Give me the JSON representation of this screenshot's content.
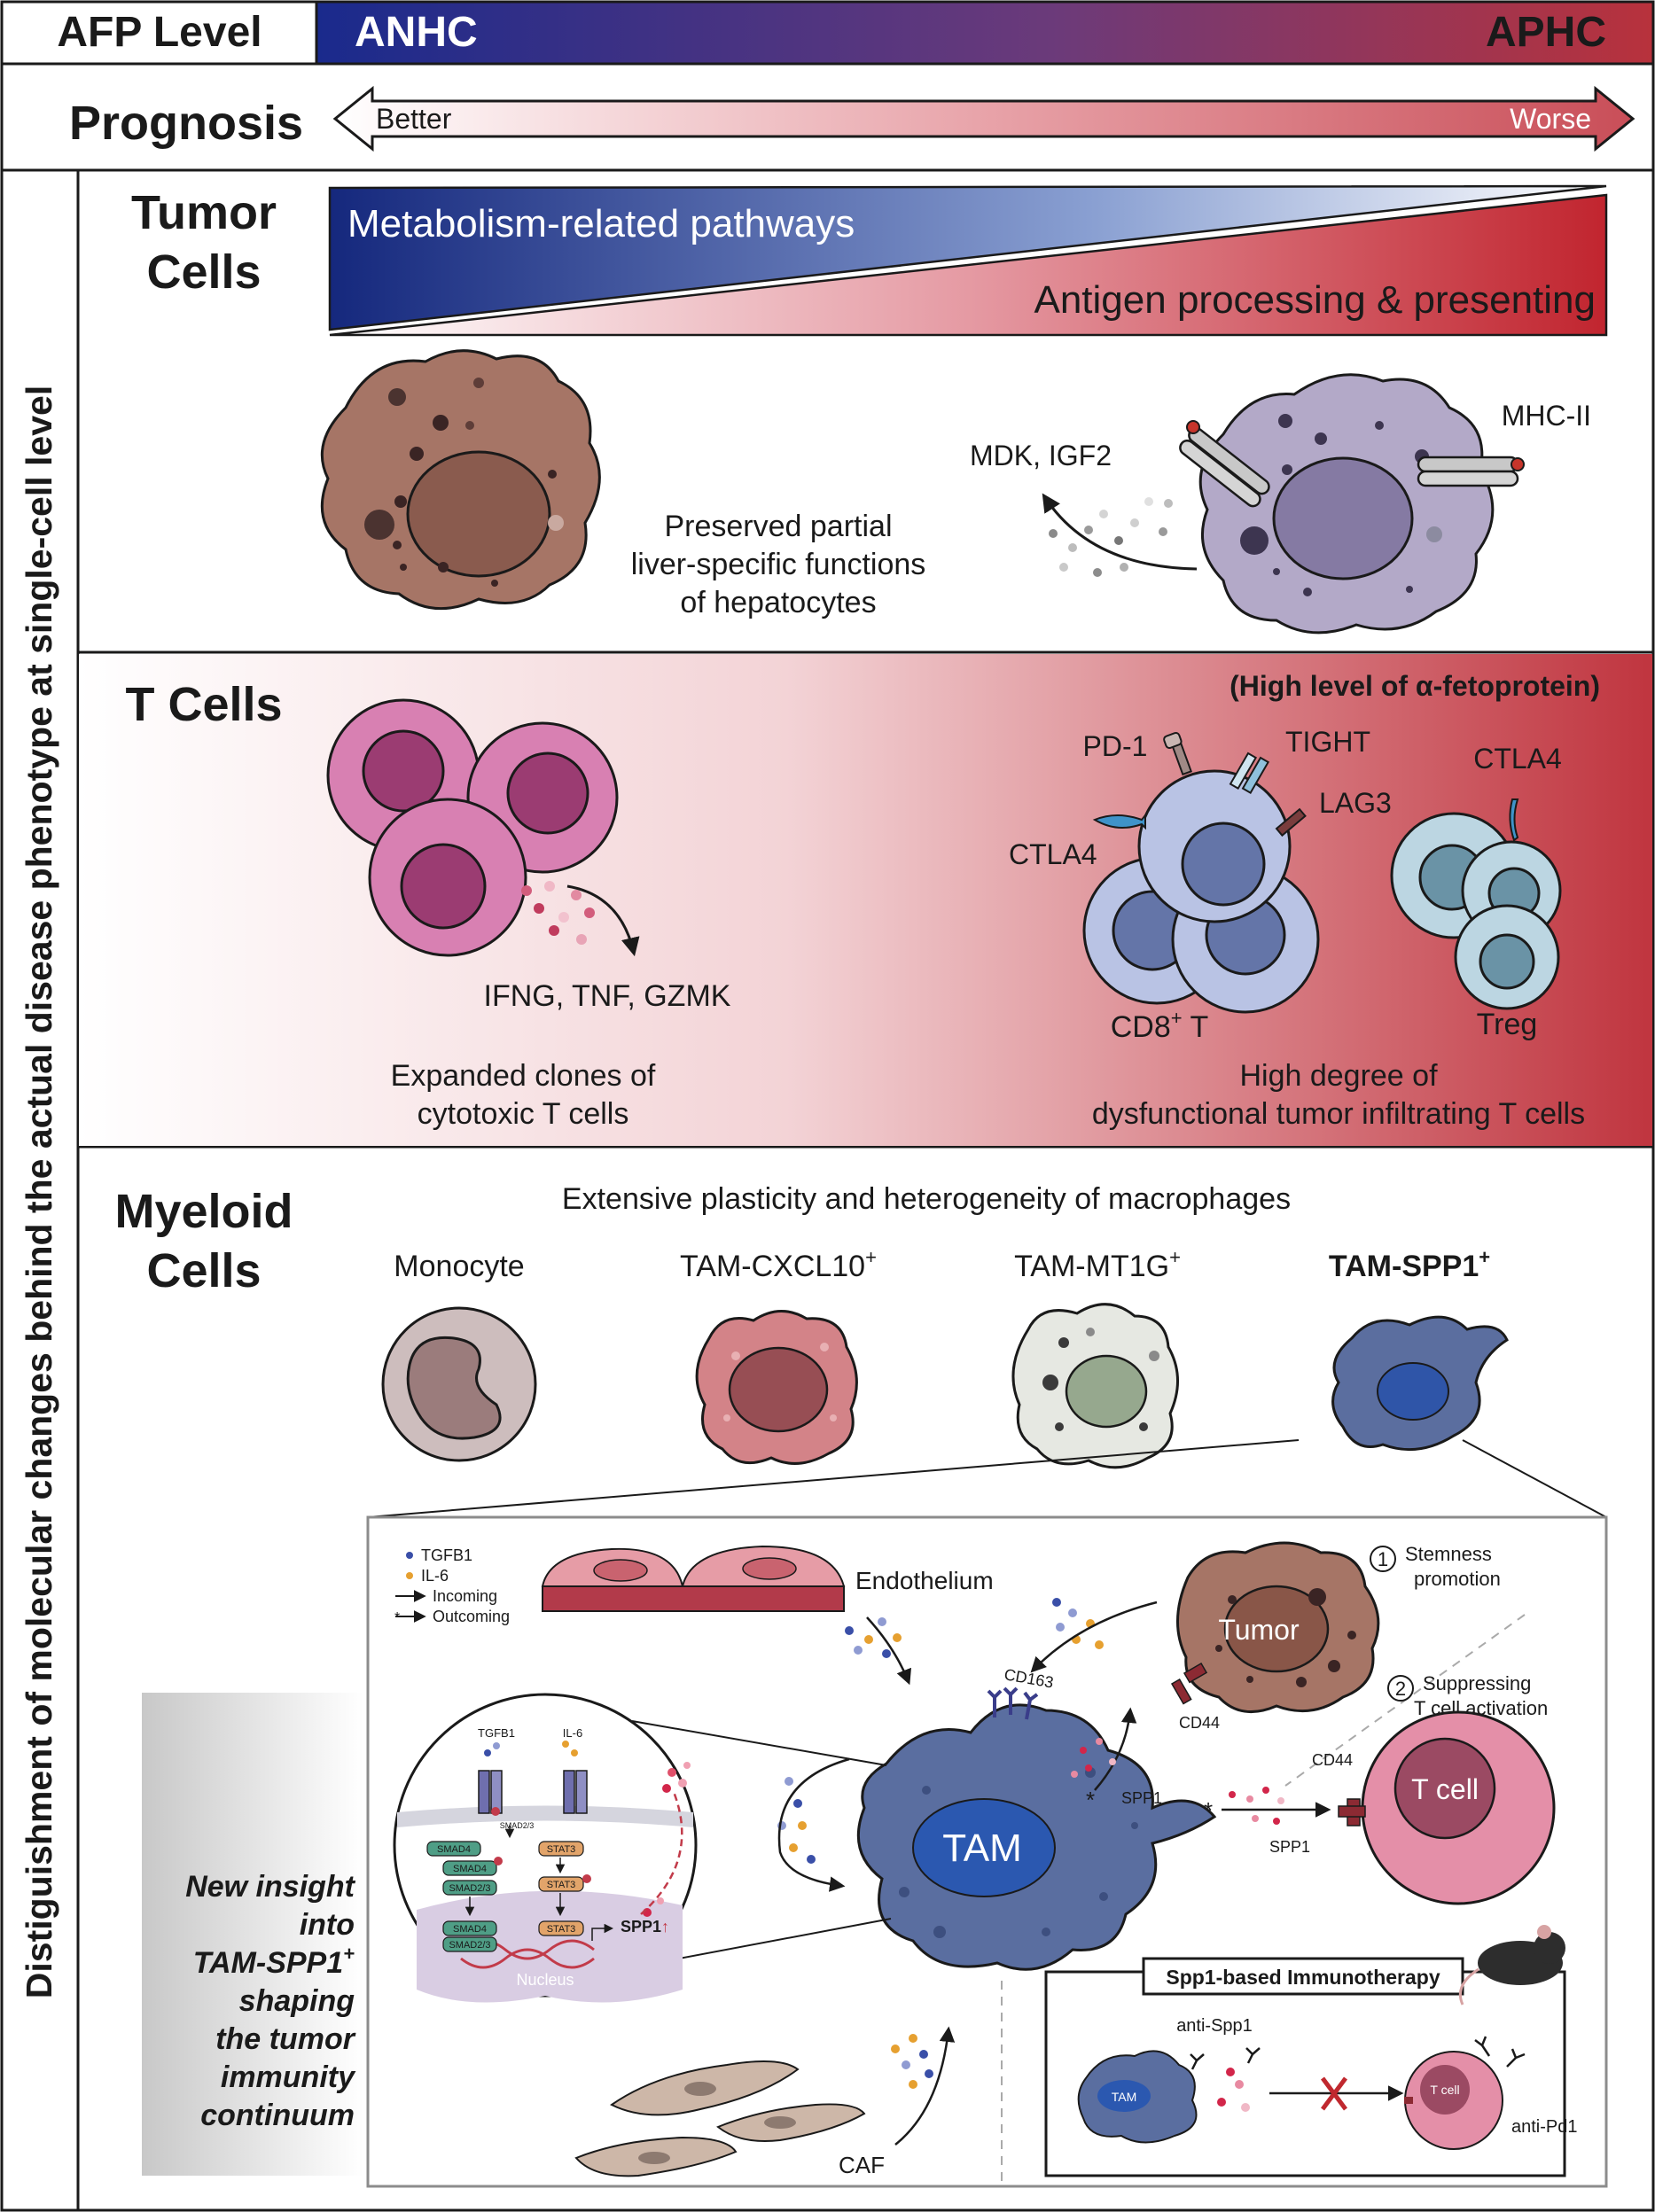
{
  "header": {
    "afp_label": "AFP Level",
    "anhc": "ANHC",
    "aphc": "APHC",
    "prognosis_label": "Prognosis",
    "better": "Better",
    "worse": "Worse"
  },
  "side_label": "Distiguishment of  molecular changes behind the actual disease phenotype at single-cell level",
  "tumor": {
    "title_line1": "Tumor",
    "title_line2": "Cells",
    "metabolism": "Metabolism-related pathways",
    "antigen": "Antigen processing & presenting",
    "preserved_line1": "Preserved partial",
    "preserved_line2": "liver-specific functions",
    "preserved_line3": "of hepatocytes",
    "mdk": "MDK, IGF2",
    "mhc": "MHC-II"
  },
  "tcells": {
    "title": "T Cells",
    "high_afp": "(High level of α-fetoprotein)",
    "cytokines": "IFNG, TNF, GZMK",
    "expanded_line1": "Expanded clones of",
    "expanded_line2": "cytotoxic T cells",
    "pd1": "PD-1",
    "tight": "TIGHT",
    "lag3": "LAG3",
    "ctla4_left": "CTLA4",
    "ctla4_treg": "CTLA4",
    "cd8_main": "CD8",
    "cd8_sup": "+",
    "cd8_suffix": " T",
    "treg": "Treg",
    "dysfunc_line1": "High degree of",
    "dysfunc_line2": "dysfunctional tumor infiltrating T cells"
  },
  "myeloid": {
    "title_line1": "Myeloid",
    "title_line2": "Cells",
    "plasticity": "Extensive plasticity and heterogeneity of macrophages",
    "monocyte": "Monocyte",
    "tam_cxcl10": "TAM-CXCL10",
    "tam_mt1g": "TAM-MT1G",
    "tam_spp1": "TAM-SPP1",
    "sup_plus": "+"
  },
  "detail": {
    "legend_tgfb1": "TGFB1",
    "legend_il6": "IL-6",
    "legend_incoming": "Incoming",
    "legend_outcoming": "Outcoming",
    "endothelium": "Endothelium",
    "tumor": "Tumor",
    "cd44_tumor": "CD44",
    "cd163": "CD163",
    "spp1_a": "SPP1",
    "spp1_b": "SPP1",
    "cd44_tcell": "CD44",
    "tcell": "T cell",
    "tam": "TAM",
    "num1": "1",
    "stemness_line1": "Stemness",
    "stemness_line2": "promotion",
    "num2": "2",
    "suppress_line1": "Suppressing",
    "suppress_line2": "T cell activation",
    "caf": "CAF",
    "nuc_tgfb1": "TGFB1",
    "nuc_il6": "IL-6",
    "smad23": "SMAD2/3",
    "smad4": "SMAD4",
    "smad4_b": "SMAD4",
    "smad23_b": "SMAD2/3",
    "smad4_c": "SMAD4",
    "smad23_c": "SMAD2/3",
    "stat3": "STAT3",
    "stat3_b": "STAT3",
    "stat3_c": "STAT3",
    "spp1_gene": "SPP1",
    "nucleus": "Nucleus",
    "insight_line1": "New insight",
    "insight_line2": "into",
    "insight_line3": "TAM-SPP1",
    "insight_line4": "shaping",
    "insight_line5": "the tumor",
    "insight_line6": "immunity",
    "insight_line7": "continuum",
    "immuno_title": "Spp1-based Immunotherapy",
    "anti_spp1": "anti-Spp1",
    "anti_pd1": "anti-Pd1",
    "mini_tam": "TAM",
    "mini_tcell": "T cell"
  },
  "colors": {
    "navy": "#1b2f86",
    "crimson": "#b52a35",
    "tam_blue": "#5a6ea0",
    "tumor_brown": "#a67566",
    "tcell_pink": "#e48fa8"
  }
}
